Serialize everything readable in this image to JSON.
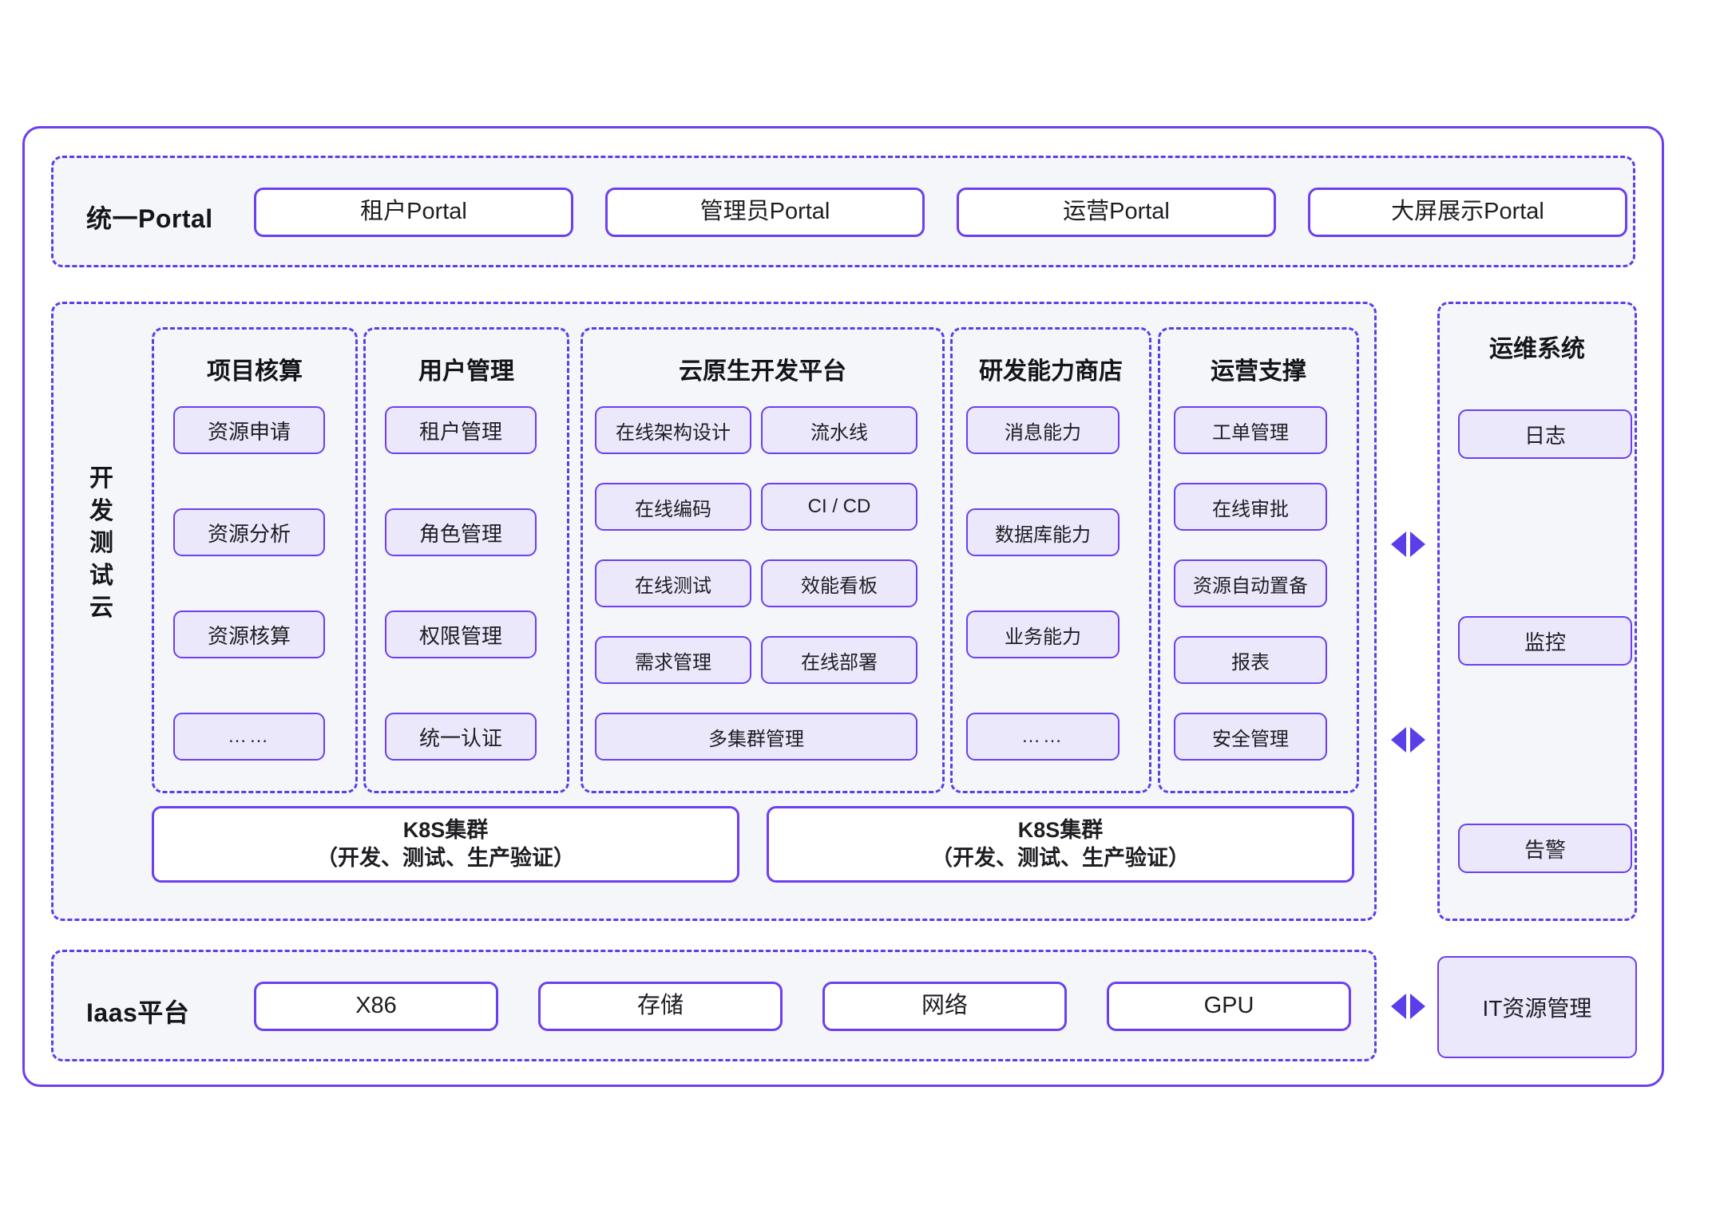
{
  "theme": {
    "accent": "#6c3ff0",
    "accent_dashed": "#5b3ee8",
    "panel_bg": "#f4f6f9",
    "chip_lavender": "#ebe8fb",
    "chip_white": "#ffffff",
    "text": "#1d1d22"
  },
  "portal_row": {
    "label": "统一Portal",
    "items": [
      {
        "label": "租户Portal"
      },
      {
        "label": "管理员Portal"
      },
      {
        "label": "运营Portal"
      },
      {
        "label": "大屏展示Portal"
      }
    ]
  },
  "main_row": {
    "label": "开发测试云",
    "columns": [
      {
        "title": "项目核算",
        "layout": "single",
        "items": [
          {
            "label": "资源申请"
          },
          {
            "label": "资源分析"
          },
          {
            "label": "资源核算"
          },
          {
            "label": "……"
          }
        ]
      },
      {
        "title": "用户管理",
        "layout": "single",
        "items": [
          {
            "label": "租户管理"
          },
          {
            "label": "角色管理"
          },
          {
            "label": "权限管理"
          },
          {
            "label": "统一认证"
          }
        ]
      },
      {
        "title": "云原生开发平台",
        "layout": "double",
        "items": [
          {
            "label": "在线架构设计"
          },
          {
            "label": "流水线"
          },
          {
            "label": "在线编码"
          },
          {
            "label": "CI / CD"
          },
          {
            "label": "在线测试"
          },
          {
            "label": "效能看板"
          },
          {
            "label": "需求管理"
          },
          {
            "label": "在线部署"
          },
          {
            "label": "多集群管理"
          }
        ]
      },
      {
        "title": "研发能力商店",
        "layout": "single",
        "items": [
          {
            "label": "消息能力"
          },
          {
            "label": "数据库能力"
          },
          {
            "label": "业务能力"
          },
          {
            "label": "……"
          }
        ]
      },
      {
        "title": "运营支撑",
        "layout": "single-5",
        "items": [
          {
            "label": "工单管理"
          },
          {
            "label": "在线审批"
          },
          {
            "label": "资源自动置备"
          },
          {
            "label": "报表"
          },
          {
            "label": "安全管理"
          }
        ]
      }
    ],
    "clusters": [
      {
        "line1": "K8S集群",
        "line2": "（开发、测试、生产验证）"
      },
      {
        "line1": "K8S集群",
        "line2": "（开发、测试、生产验证）"
      }
    ]
  },
  "ops_panel": {
    "title": "运维系统",
    "items": [
      {
        "label": "日志"
      },
      {
        "label": "监控"
      },
      {
        "label": "告警"
      }
    ]
  },
  "iaas_row": {
    "label": "Iaas平台",
    "items": [
      {
        "label": "X86"
      },
      {
        "label": "存储"
      },
      {
        "label": "网络"
      },
      {
        "label": "GPU"
      }
    ],
    "side_box": {
      "label": "IT资源管理"
    }
  }
}
